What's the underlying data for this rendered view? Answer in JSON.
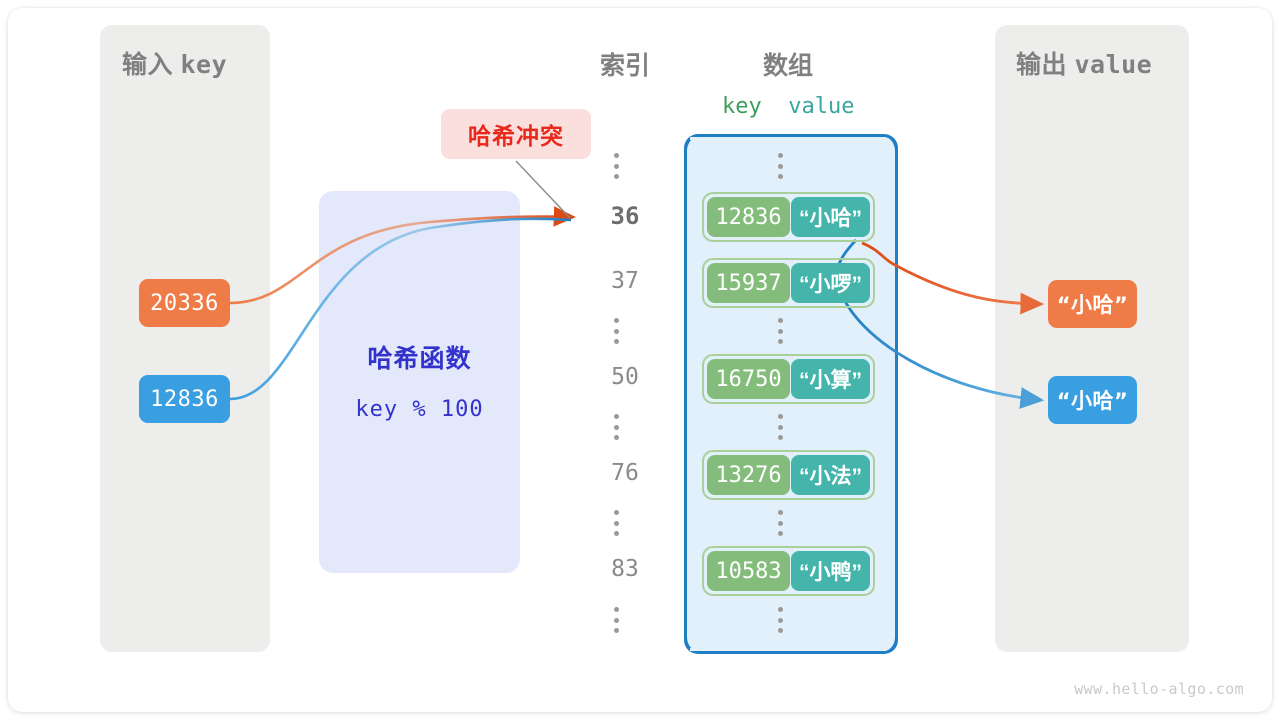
{
  "canvas": {
    "watermark": "www.hello-algo.com"
  },
  "panels": {
    "input": {
      "title_cn": "输入",
      "title_mono": "key"
    },
    "output": {
      "title_cn": "输出",
      "title_mono": "value"
    }
  },
  "headers": {
    "index": "索引",
    "array": "数组",
    "key": "key",
    "value": "value"
  },
  "inputs": [
    {
      "label": "20336",
      "color": "#ef7c47"
    },
    {
      "label": "12836",
      "color": "#399fe0"
    }
  ],
  "hash_function": {
    "title": "哈希函数",
    "expression": "key % 100"
  },
  "collision_badge": {
    "label": "哈希冲突",
    "color": "#e8281a",
    "background": "#fbdfdc"
  },
  "array": {
    "rows": [
      {
        "type": "ellipsis"
      },
      {
        "type": "bucket",
        "index": "36",
        "highlight": true,
        "key": "12836",
        "value": "“小哈”"
      },
      {
        "type": "bucket",
        "index": "37",
        "highlight": false,
        "key": "15937",
        "value": "“小啰”"
      },
      {
        "type": "ellipsis"
      },
      {
        "type": "bucket",
        "index": "50",
        "highlight": false,
        "key": "16750",
        "value": "“小算”"
      },
      {
        "type": "ellipsis"
      },
      {
        "type": "bucket",
        "index": "76",
        "highlight": false,
        "key": "13276",
        "value": "“小法”"
      },
      {
        "type": "ellipsis"
      },
      {
        "type": "bucket",
        "index": "83",
        "highlight": false,
        "key": "10583",
        "value": "“小鸭”"
      },
      {
        "type": "ellipsis"
      }
    ],
    "key_color": "#84bd7b",
    "value_color": "#45b5ac",
    "container_border": "#1f7fc4",
    "container_fill": "#e1f0fa"
  },
  "outputs": [
    {
      "label": "“小哈”",
      "color": "#ef7c47"
    },
    {
      "label": "“小哈”",
      "color": "#399fe0"
    }
  ]
}
